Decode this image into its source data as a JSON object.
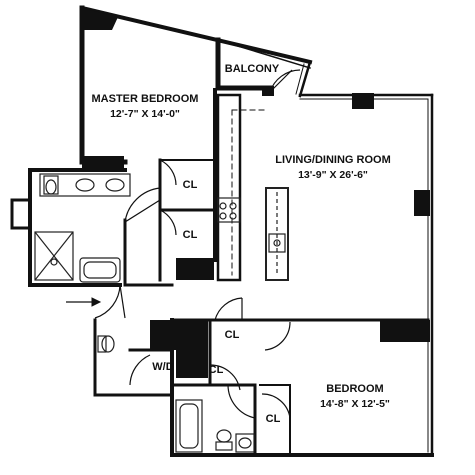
{
  "rooms": {
    "master_bedroom": {
      "name": "MASTER BEDROOM",
      "dims": "12'-7\" X 14'-0\""
    },
    "living_dining": {
      "name": "LIVING/DINING ROOM",
      "dims": "13'-9\" X 26'-6\""
    },
    "bedroom": {
      "name": "BEDROOM",
      "dims": "14'-8\" X 12'-5\""
    },
    "balcony": {
      "name": "BALCONY"
    },
    "washer_dryer": {
      "name": "W/D"
    }
  },
  "closets": {
    "label": "CL"
  },
  "colors": {
    "wall": "#111111",
    "fixture": "#222222",
    "background": "#ffffff"
  }
}
